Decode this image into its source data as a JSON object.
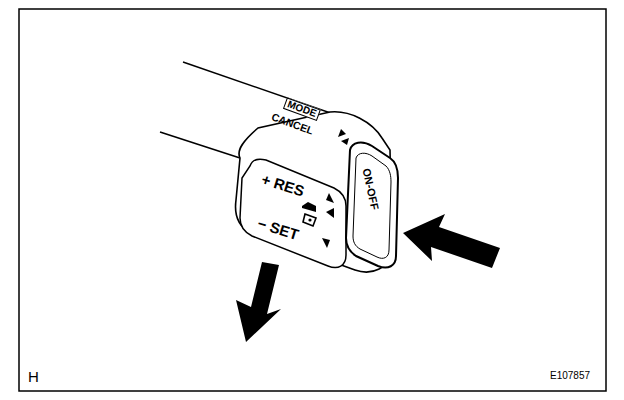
{
  "diagram": {
    "labels": [
      "MODE",
      "CANCEL",
      "+ RES",
      "− SET",
      "ON-OFF",
      "H",
      "E107857"
    ]
  }
}
